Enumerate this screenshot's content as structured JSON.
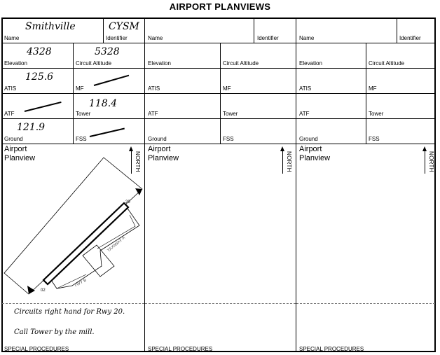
{
  "page_title": "AIRPORT PLANVIEWS",
  "labels": {
    "name": "Name",
    "identifier": "Identifier",
    "elevation": "Elevation",
    "circuit_altitude": "Circuit Altitude",
    "atis": "ATIS",
    "mf": "MF",
    "atf": "ATF",
    "tower": "Tower",
    "ground": "Ground",
    "fss": "FSS",
    "airport_planview": "Airport\nPlanview",
    "north": "NORTH",
    "special_procedures": "SPECIAL PROCEDURES"
  },
  "columns": [
    {
      "name": "Smithville",
      "identifier": "CYSM",
      "elevation": "4328",
      "circuit_altitude": "5328",
      "atis": "125.6",
      "mf": "",
      "atf": "",
      "tower": "118.4",
      "ground": "121.9",
      "fss": "",
      "special_procedures": [
        "Circuits right hand for Rwy 20.",
        "Call Tower by the mill."
      ],
      "diagram": {
        "runway_end_north": "20",
        "runway_end_south": "02",
        "taxiway_label": "TAXIWAY A",
        "taxiway_label_2": "TWY B"
      }
    },
    {
      "name": "",
      "identifier": "",
      "elevation": "",
      "circuit_altitude": "",
      "atis": "",
      "mf": "",
      "atf": "",
      "tower": "",
      "ground": "",
      "fss": "",
      "special_procedures": [
        "",
        ""
      ]
    },
    {
      "name": "",
      "identifier": "",
      "elevation": "",
      "circuit_altitude": "",
      "atis": "",
      "mf": "",
      "atf": "",
      "tower": "",
      "ground": "",
      "fss": "",
      "special_procedures": [
        "",
        ""
      ]
    }
  ]
}
